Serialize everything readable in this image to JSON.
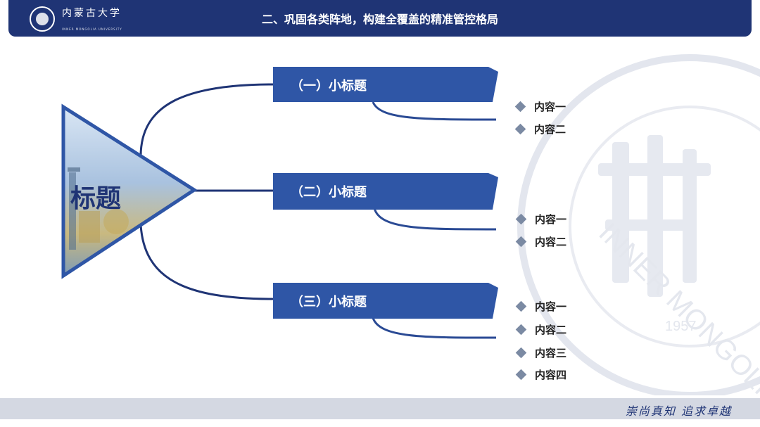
{
  "header": {
    "title": "二、巩固各类阵地，构建全覆盖的精准管控格局",
    "logo_text": "内蒙古大学",
    "logo_subtext": "INNER MONGOLIA UNIVERSITY"
  },
  "watermark": {
    "text": "INNER MONGOLIA UN",
    "year": "1957"
  },
  "main": {
    "title": "标题"
  },
  "sections": [
    {
      "label": "（一）小标题",
      "items": [
        "内容一",
        "内容二"
      ]
    },
    {
      "label": "（二）小标题",
      "items": [
        "内容一",
        "内容二"
      ]
    },
    {
      "label": "（三）小标题",
      "items": [
        "内容一",
        "内容二",
        "内容三",
        "内容四"
      ]
    }
  ],
  "footer": {
    "slogan": "崇尚真知  追求卓越"
  },
  "colors": {
    "navy": "#1f3475",
    "bar_blue": "#2f56a6",
    "diamond": "#7b8aa3"
  }
}
